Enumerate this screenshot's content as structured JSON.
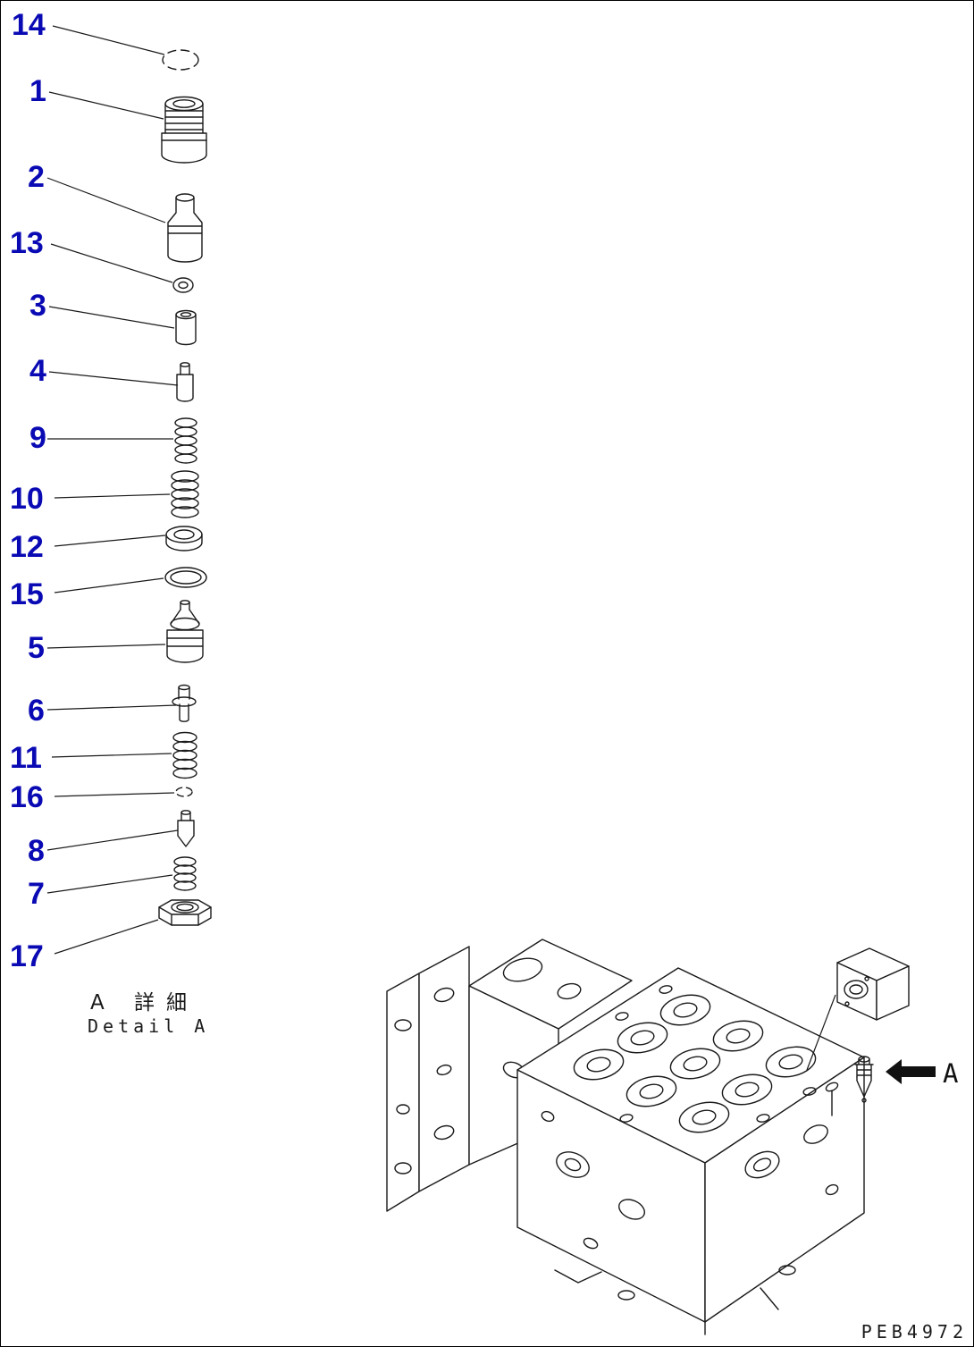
{
  "colors": {
    "background": "#ffffff",
    "line": "#1a1a1a",
    "callout_blue": "#0a0ab4"
  },
  "callouts": [
    {
      "number": "14"
    },
    {
      "number": "1"
    },
    {
      "number": "2"
    },
    {
      "number": "13"
    },
    {
      "number": "3"
    },
    {
      "number": "4"
    },
    {
      "number": "9"
    },
    {
      "number": "10"
    },
    {
      "number": "12"
    },
    {
      "number": "15"
    },
    {
      "number": "5"
    },
    {
      "number": "6"
    },
    {
      "number": "11"
    },
    {
      "number": "16"
    },
    {
      "number": "8"
    },
    {
      "number": "7"
    },
    {
      "number": "17"
    }
  ],
  "detail": {
    "label_jp": "A 詳細",
    "label_en": "Detail A",
    "arrow_label": "A"
  },
  "drawing_code": "PEB4972"
}
